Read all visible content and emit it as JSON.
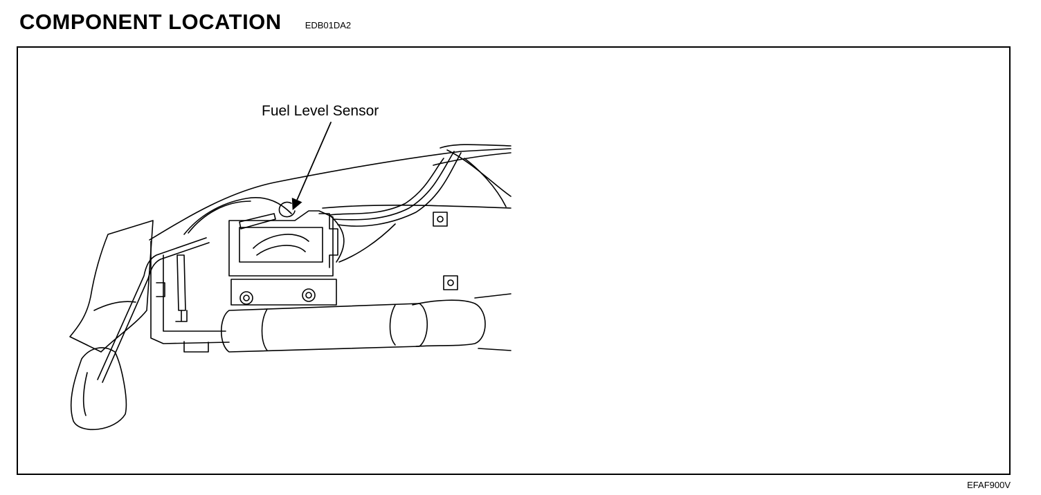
{
  "header": {
    "title": "COMPONENT LOCATION",
    "code": "EDB01DA2"
  },
  "diagram": {
    "callout_label": "Fuel Level Sensor"
  },
  "footer": {
    "figure_id": "EFAF900V"
  }
}
